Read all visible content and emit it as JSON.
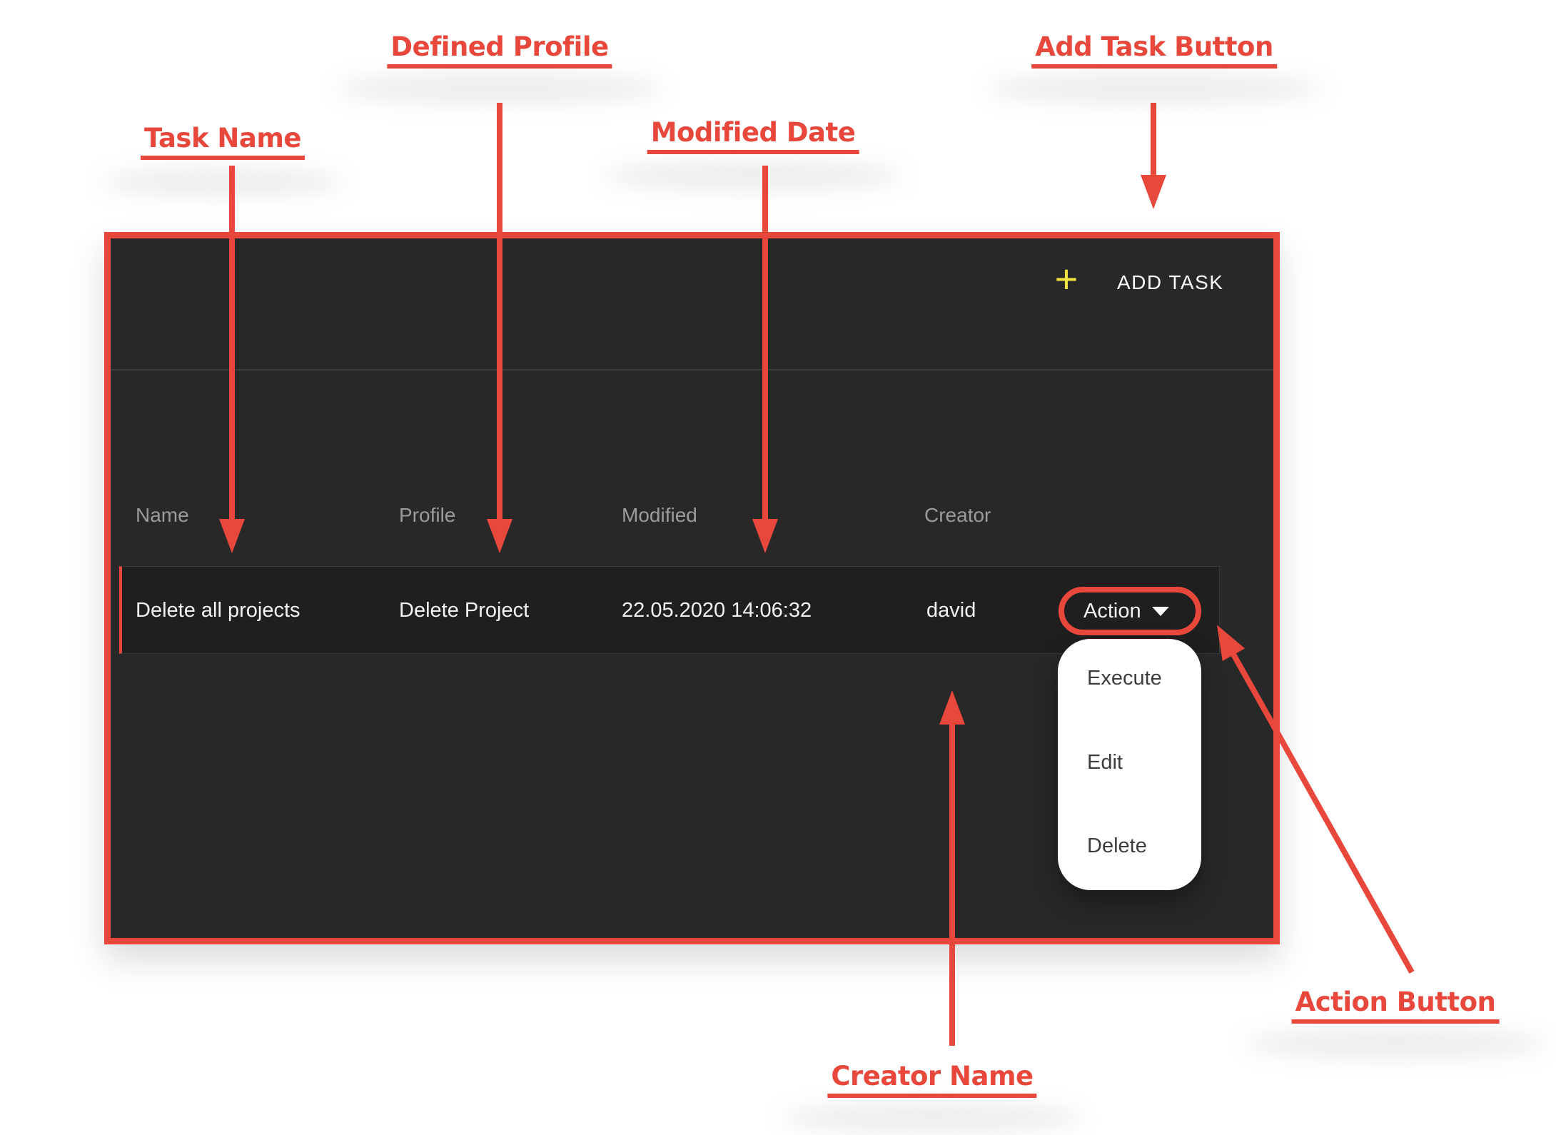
{
  "page": {
    "background": "#FFFFFF"
  },
  "colors": {
    "annotation_red": "#E8473C",
    "panel_background": "#282828",
    "panel_border": "#E8473C",
    "row_background": "#1F1F1F",
    "row_border": "#3A3A3A",
    "header_text": "#9B9B9B",
    "primary_text": "#F2F2F2",
    "menu_text": "#3D3D3D",
    "menu_background": "#FFFFFF",
    "plus_yellow": "#F1E441",
    "divider": "#3D3D3D"
  },
  "annotations": {
    "labels": [
      {
        "id": "task-name",
        "text": "Task Name"
      },
      {
        "id": "defined-profile",
        "text": "Defined Profile"
      },
      {
        "id": "modified-date",
        "text": "Modified Date"
      },
      {
        "id": "add-task-button",
        "text": "Add Task Button"
      },
      {
        "id": "action-button",
        "text": "Action Button"
      },
      {
        "id": "creator-name",
        "text": "Creator Name"
      }
    ]
  },
  "panel": {
    "toolbar": {
      "plus_glyph": "+",
      "add_task_label": "ADD TASK"
    },
    "table": {
      "columns": [
        "Name",
        "Profile",
        "Modified",
        "Creator"
      ],
      "rows": [
        {
          "name": "Delete all projects",
          "profile": "Delete Project",
          "modified": "22.05.2020 14:06:32",
          "creator": "david",
          "action_label": "Action"
        }
      ]
    },
    "action_menu": {
      "items": [
        "Execute",
        "Edit",
        "Delete"
      ]
    }
  },
  "icons": {
    "add_task": "plus-icon",
    "action_dropdown": "caret-down-icon"
  }
}
